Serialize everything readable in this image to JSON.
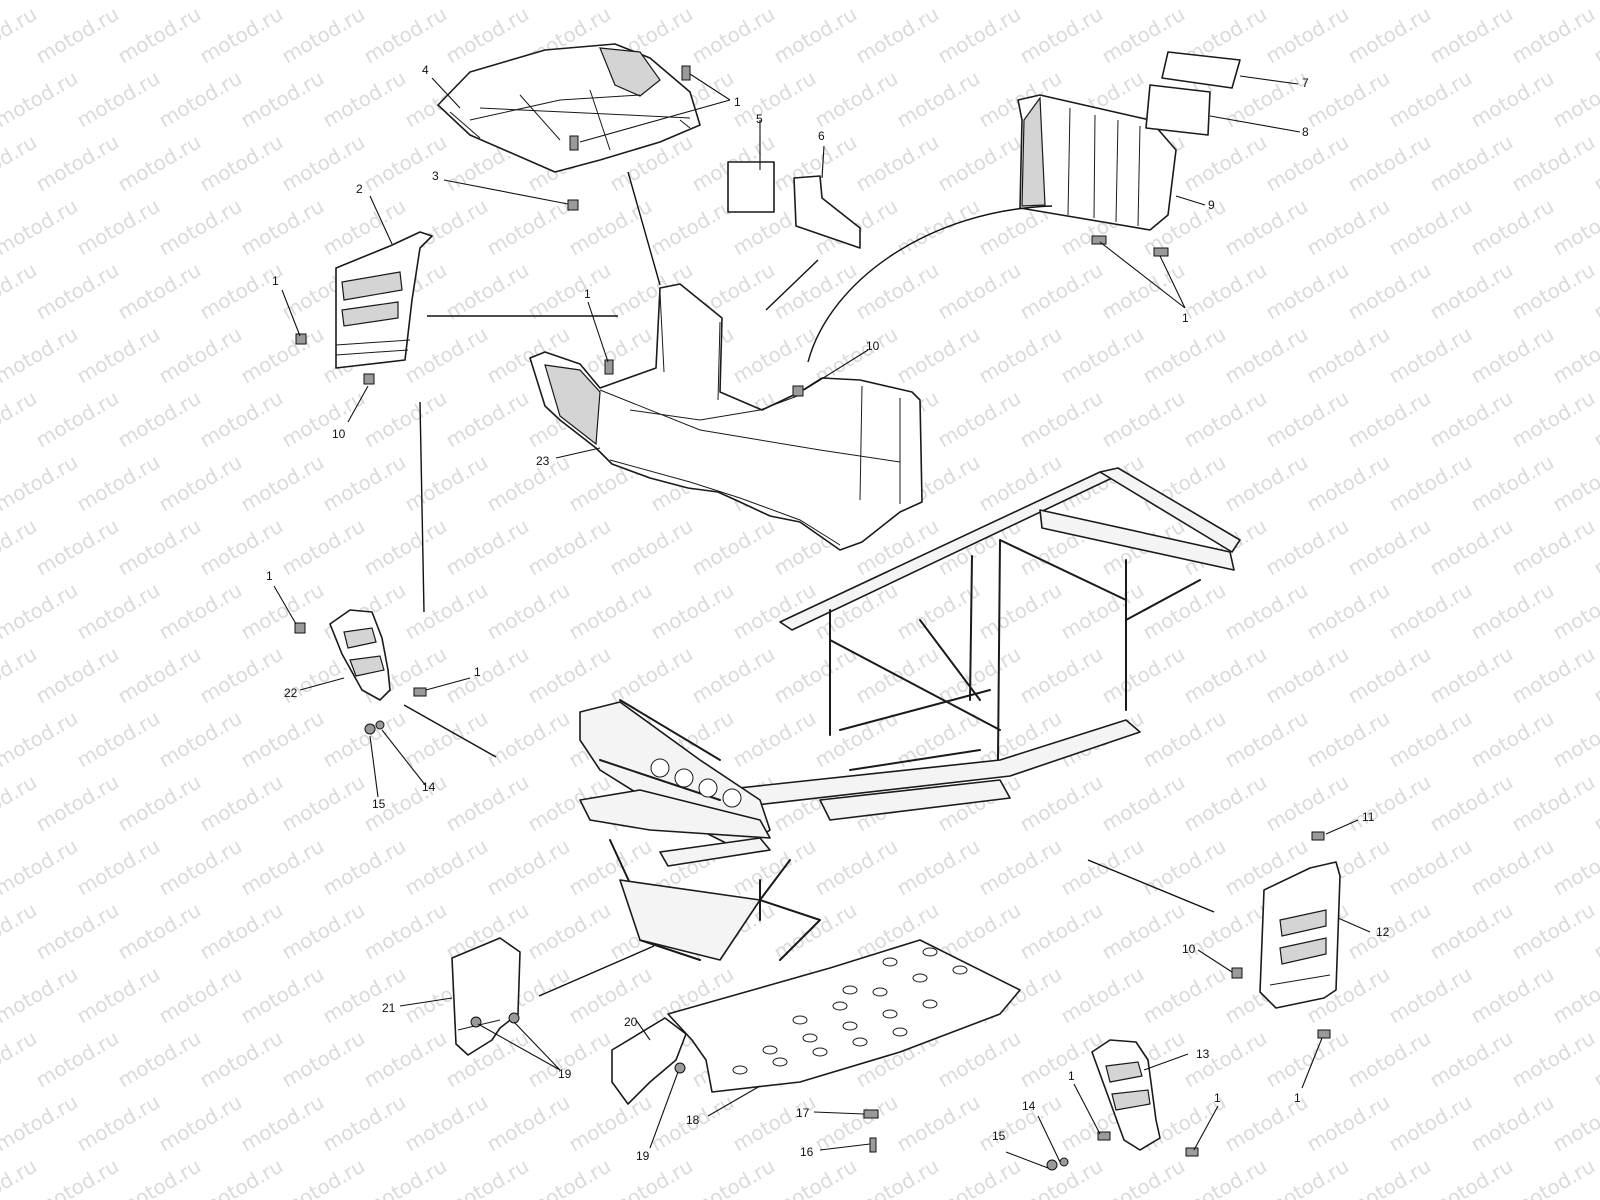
{
  "watermark": {
    "text": "motod.ru",
    "color": "#dadada"
  },
  "callouts": [
    {
      "id": "c1a",
      "text": "1"
    },
    {
      "id": "c2",
      "text": "2"
    },
    {
      "id": "c1b",
      "text": "1"
    },
    {
      "id": "c3",
      "text": "3"
    },
    {
      "id": "c4",
      "text": "4"
    },
    {
      "id": "c1c",
      "text": "1"
    },
    {
      "id": "c5",
      "text": "5"
    },
    {
      "id": "c6",
      "text": "6"
    },
    {
      "id": "c7",
      "text": "7"
    },
    {
      "id": "c8",
      "text": "8"
    },
    {
      "id": "c9",
      "text": "9"
    },
    {
      "id": "c1d",
      "text": "1"
    },
    {
      "id": "c1e",
      "text": "1"
    },
    {
      "id": "c10a",
      "text": "10"
    },
    {
      "id": "c10b",
      "text": "10"
    },
    {
      "id": "c23",
      "text": "23"
    },
    {
      "id": "c1f",
      "text": "1"
    },
    {
      "id": "c1g",
      "text": "1"
    },
    {
      "id": "c22",
      "text": "22"
    },
    {
      "id": "c14a",
      "text": "14"
    },
    {
      "id": "c15a",
      "text": "15"
    },
    {
      "id": "c11",
      "text": "11"
    },
    {
      "id": "c12",
      "text": "12"
    },
    {
      "id": "c10c",
      "text": "10"
    },
    {
      "id": "c21",
      "text": "21"
    },
    {
      "id": "c19a",
      "text": "19"
    },
    {
      "id": "c20",
      "text": "20"
    },
    {
      "id": "c19b",
      "text": "19"
    },
    {
      "id": "c18",
      "text": "18"
    },
    {
      "id": "c17",
      "text": "17"
    },
    {
      "id": "c16",
      "text": "16"
    },
    {
      "id": "c13",
      "text": "13"
    },
    {
      "id": "c1h",
      "text": "1"
    },
    {
      "id": "c1i",
      "text": "1"
    },
    {
      "id": "c14b",
      "text": "14"
    },
    {
      "id": "c15b",
      "text": "15"
    },
    {
      "id": "c1j",
      "text": "1"
    }
  ]
}
